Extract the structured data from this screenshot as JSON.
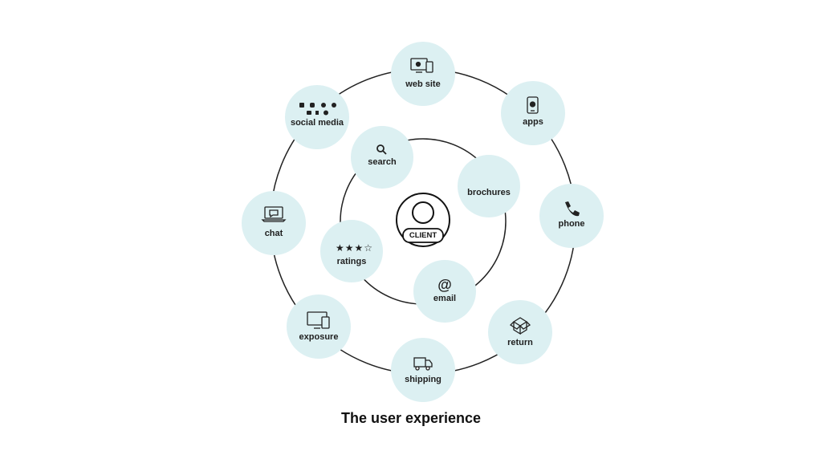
{
  "caption": "The user experience",
  "center": {
    "label": "CLIENT",
    "icon": "person-icon"
  },
  "colors": {
    "node_fill": "#dcf0f2",
    "ring_stroke": "#222222",
    "text": "#1f1f1f"
  },
  "outer_ring": [
    {
      "label": "web site",
      "icon": "devices-icon"
    },
    {
      "label": "apps",
      "icon": "smartphone-icon"
    },
    {
      "label": "phone",
      "icon": "phone-icon"
    },
    {
      "label": "return",
      "icon": "box-icon"
    },
    {
      "label": "shipping",
      "icon": "truck-icon"
    },
    {
      "label": "exposure",
      "icon": "monitor-icon"
    },
    {
      "label": "chat",
      "icon": "laptop-chat-icon"
    },
    {
      "label": "social media",
      "icon": "social-icons"
    }
  ],
  "inner_ring": [
    {
      "label": "search",
      "icon": "magnifier-icon"
    },
    {
      "label": "brochures",
      "icon": ""
    },
    {
      "label": "email",
      "icon": "at-icon"
    },
    {
      "label": "ratings",
      "icon": "stars-icon"
    }
  ],
  "ratings_stars": "★★★☆"
}
